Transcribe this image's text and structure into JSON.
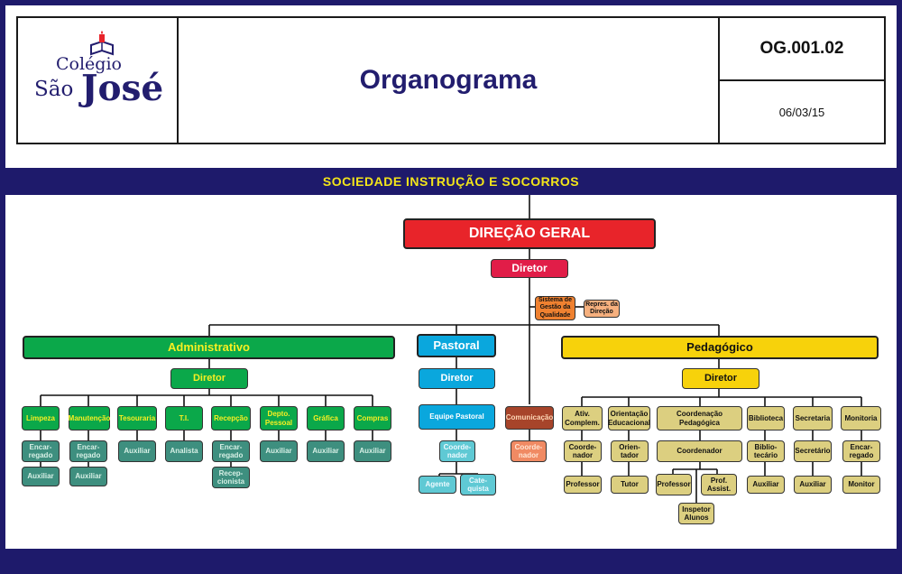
{
  "header": {
    "logo": {
      "colegio": "Colégio",
      "sao": "São",
      "jose": "José",
      "mark": "book-candle-emblem"
    },
    "title": "Organograma",
    "code": "OG.001.02",
    "date": "06/03/15"
  },
  "society": "SOCIEDADE INSTRUÇÃO E SOCORROS",
  "colors": {
    "navy": "#1e1a6b",
    "title": "#221d6e",
    "bar_text": "#f3e51a",
    "red": "#e8242a",
    "green": "#0ba84a",
    "blue": "#0aa7dd",
    "yellow": "#f7d20b"
  },
  "org": {
    "direcao_geral": "DIREÇÃO GERAL",
    "diretor": "Diretor",
    "sgq": "Sistema de Gestão da Qualidade",
    "repres": "Repres. da Direção",
    "administrativo": {
      "title": "Administrativo",
      "diretor": "Diretor",
      "units": {
        "limpeza": {
          "name": "Limpeza",
          "sub": [
            "Encar-regado",
            "Auxiliar"
          ]
        },
        "manutencao": {
          "name": "Manutenção",
          "sub": [
            "Encar-regado",
            "Auxiliar"
          ]
        },
        "tesouraria": {
          "name": "Tesouraria",
          "sub": [
            "Auxiliar"
          ]
        },
        "ti": {
          "name": "T.I.",
          "sub": [
            "Analista"
          ]
        },
        "recepcao": {
          "name": "Recepção",
          "sub": [
            "Encar-regado",
            "Recep-cionista"
          ]
        },
        "pessoal": {
          "name": "Depto. Pessoal",
          "sub": [
            "Auxiliar"
          ]
        },
        "grafica": {
          "name": "Gráfica",
          "sub": [
            "Auxiliar"
          ]
        },
        "compras": {
          "name": "Compras",
          "sub": [
            "Auxiliar"
          ]
        }
      }
    },
    "pastoral": {
      "title": "Pastoral",
      "diretor": "Diretor",
      "equipe": "Equipe Pastoral",
      "coordenador": "Coorde-nador",
      "agente": "Agente",
      "catequista": "Cate-quista"
    },
    "comunicacao": {
      "name": "Comunicação",
      "coordenador": "Coorde-nador"
    },
    "pedagogico": {
      "title": "Pedagógico",
      "diretor": "Diretor",
      "units": {
        "ativ": {
          "name": "Ativ. Complem.",
          "sub": [
            "Coorde-nador",
            "Professor"
          ]
        },
        "orient": {
          "name": "Orientação Educacional",
          "sub": [
            "Orien-tador",
            "Tutor"
          ]
        },
        "coord": {
          "name": "Coordenação Pedagógica",
          "coordenador": "Coordenador",
          "professor": "Professor",
          "prof_assist": "Prof. Assist.",
          "inspetor": "Inspetor Alunos"
        },
        "biblioteca": {
          "name": "Biblioteca",
          "sub": [
            "Biblio-tecário",
            "Auxiliar"
          ]
        },
        "secretaria": {
          "name": "Secretaria",
          "sub": [
            "Secretário",
            "Auxiliar"
          ]
        },
        "monitoria": {
          "name": "Monitoria",
          "sub": [
            "Encar-regado",
            "Monitor"
          ]
        }
      }
    }
  }
}
